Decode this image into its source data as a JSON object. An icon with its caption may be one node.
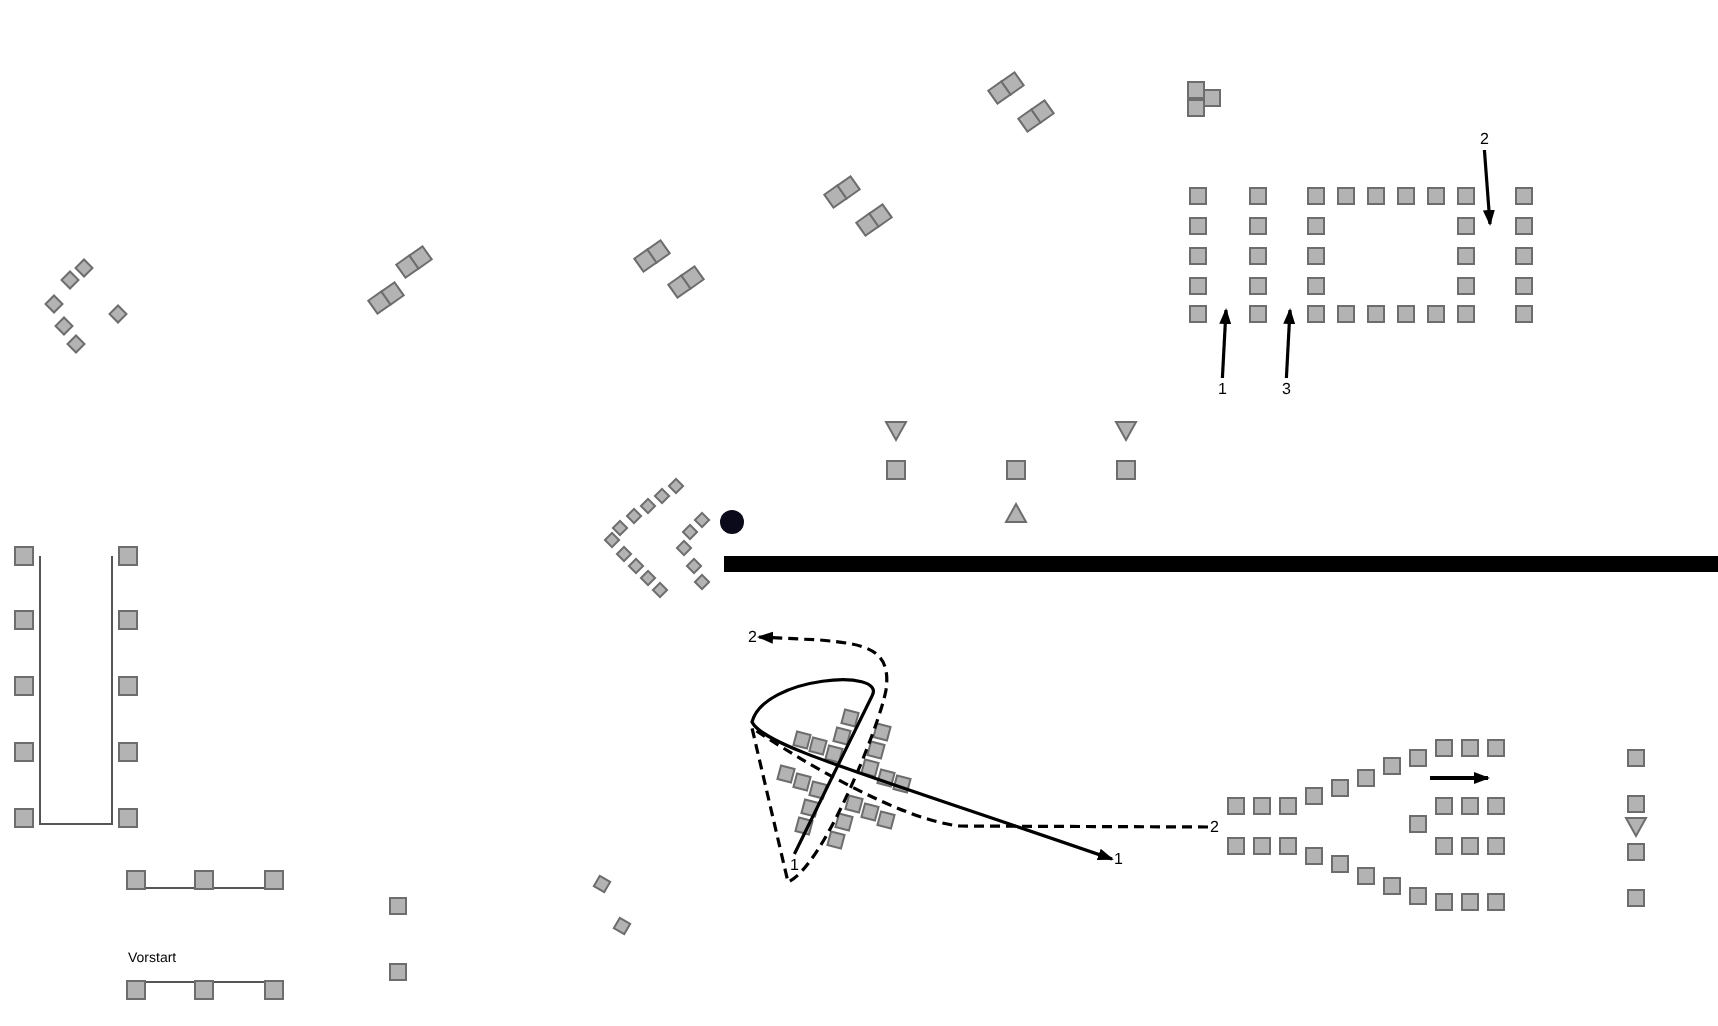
{
  "diagram": {
    "nodes": [
      {
        "text": [
          "2"
        ]
      },
      {
        "text": [
          "1"
        ]
      },
      {
        "text": [
          "3"
        ]
      },
      {
        "text": [
          "2"
        ]
      },
      {
        "text": [
          "1"
        ]
      },
      {
        "text": [
          "1"
        ]
      },
      {
        "text": [
          "2"
        ]
      }
    ],
    "edges": [
      {
        "from": 0,
        "to": null,
        "arrow": "to"
      },
      {
        "from": 1,
        "to": null,
        "arrow": "to"
      },
      {
        "from": 2,
        "to": null,
        "arrow": "to"
      },
      {
        "from": 6,
        "to": 3,
        "arrow": "to",
        "style": "dashed"
      },
      {
        "from": 4,
        "to": 5,
        "arrow": "to"
      }
    ],
    "labels": [
      "Vorstart"
    ]
  }
}
